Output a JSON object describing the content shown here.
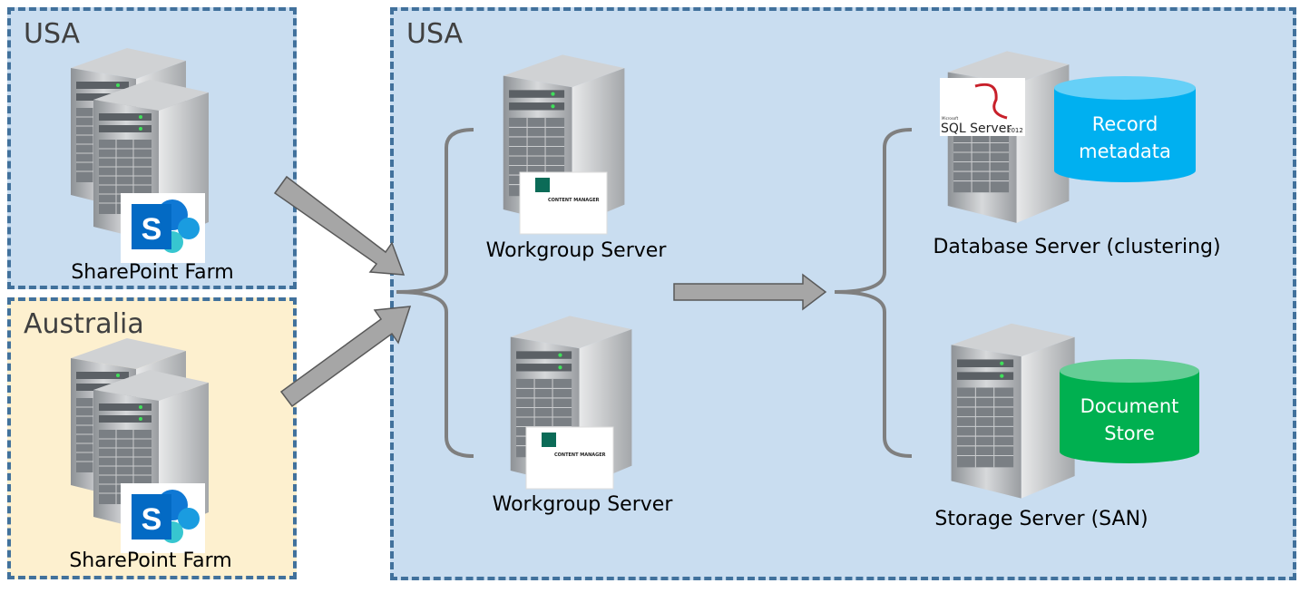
{
  "regions": [
    {
      "title": "USA",
      "fill": "#c9ddf0"
    },
    {
      "title": "Australia",
      "fill": "#fdf0cf"
    },
    {
      "title": "USA",
      "fill": "#c9ddf0"
    }
  ],
  "sharepoint": {
    "label_usa": "SharePoint Farm",
    "label_australia": "SharePoint Farm",
    "icon_letter": "S",
    "color": "#0f78d4"
  },
  "workgroup": {
    "server1": "Workgroup Server",
    "server2": "Workgroup Server",
    "badge_text": "CONTENT MANAGER"
  },
  "database": {
    "label": "Database Server (clustering)",
    "sql_logo_brand": "Microsoft",
    "sql_logo_text": "SQL Server",
    "sql_logo_version": "2012"
  },
  "storage": {
    "label": "Storage Server (SAN)"
  },
  "cylinders": {
    "record": {
      "line1": "Record",
      "line2": "metadata",
      "color": "#19b4ec"
    },
    "document": {
      "line1": "Document",
      "line2": "Store",
      "color": "#00b050"
    }
  },
  "colors": {
    "border": "#41719c",
    "arrow": "#a6a6a6",
    "brace": "#7f7f7f"
  }
}
